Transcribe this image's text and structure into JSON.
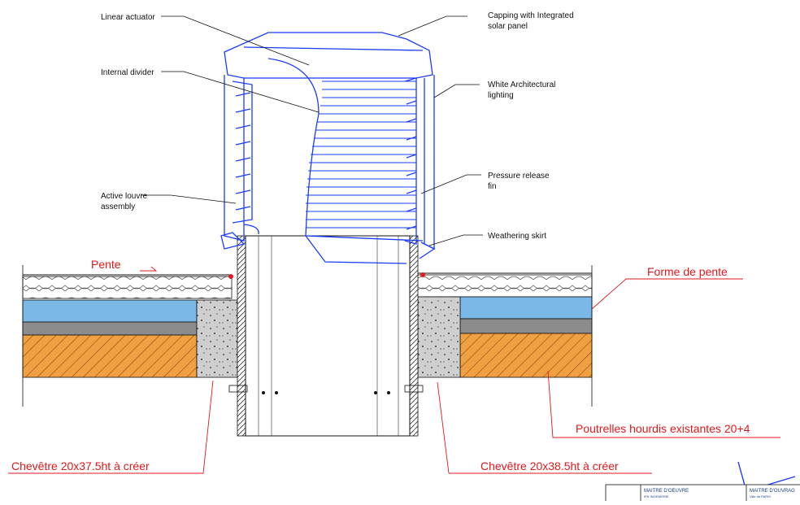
{
  "annotations": {
    "linear_actuator": "Linear actuator",
    "capping_1": "Capping with Integrated",
    "capping_2": "solar panel",
    "internal_divider": "Internal divider",
    "white_lighting_1": "White Architectural",
    "white_lighting_2": "lighting",
    "pressure_release_1": "Pressure release",
    "pressure_release_2": "fin",
    "active_louvre_1": "Active louvre",
    "active_louvre_2": "assembly",
    "weathering_skirt": "Weathering skirt"
  },
  "callouts": {
    "pente": "Pente",
    "forme_de_pente": "Forme de pente",
    "poutrelles": "Poutrelles hourdis existantes 20+4",
    "chevetre_left": "Chevêtre 20x37.5ht à créer",
    "chevetre_right": "Chevêtre 20x38.5ht à créer"
  },
  "title_block": {
    "maitre_oeuvre": "MAITRE D'OEUVRE",
    "maitre_oeuvre_sub": "IFN INGENIERIE",
    "maitre_ouvrage": "MAITRE D'OUVRAG",
    "maitre_ouvrage_sub": "Ville de PARIS"
  },
  "colors": {
    "line_blue": "#1a3cff",
    "line_black": "#111111",
    "callout_red": "#e0191c",
    "water_blue": "#7ab8e8",
    "timber_orange": "#f0a040",
    "concrete_grey": "#c8c8c8",
    "screed_grey": "#8c8c8c"
  }
}
